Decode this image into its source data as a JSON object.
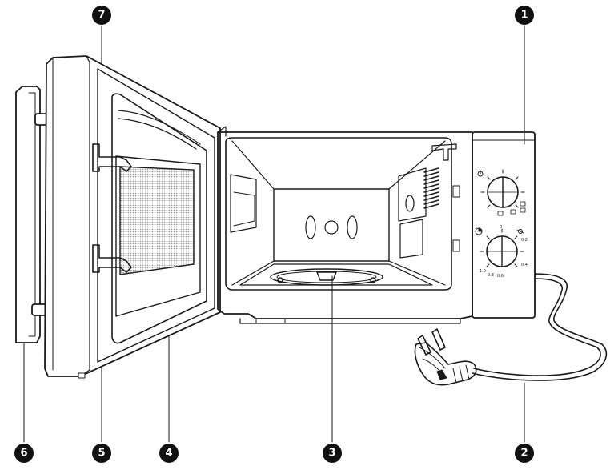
{
  "callouts": [
    {
      "id": "1",
      "label": "1"
    },
    {
      "id": "2",
      "label": "2"
    },
    {
      "id": "3",
      "label": "3"
    },
    {
      "id": "4",
      "label": "4"
    },
    {
      "id": "5",
      "label": "5"
    },
    {
      "id": "6",
      "label": "6"
    },
    {
      "id": "7",
      "label": "7"
    }
  ],
  "timer_dial": {
    "labels": [
      "0",
      "0.2",
      "0.4",
      "0.6",
      "0.8",
      "1.0"
    ]
  },
  "colors": {
    "line": "#1a1a1a",
    "callout_fill": "#111111",
    "background": "#ffffff"
  },
  "icons": [
    "power-icon",
    "clock-icon",
    "defrost-icon"
  ]
}
